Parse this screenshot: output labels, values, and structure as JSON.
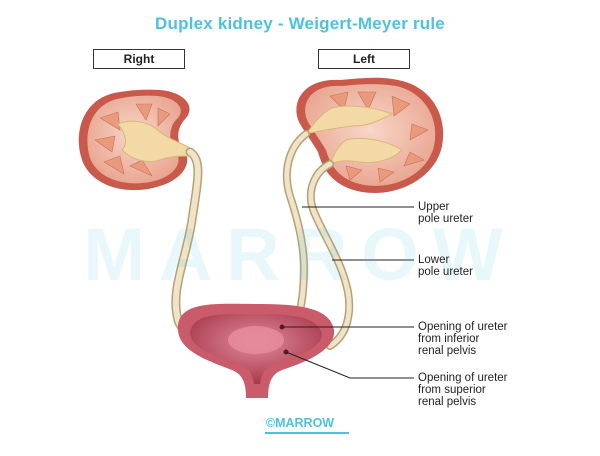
{
  "title": "Duplex kidney - Weigert-Meyer rule",
  "side_labels": {
    "right": "Right",
    "left": "Left"
  },
  "callouts": {
    "upper_pole": "Upper\npole ureter",
    "lower_pole": "Lower\npole ureter",
    "inferior_opening": "Opening of ureter\nfrom inferior\nrenal pelvis",
    "superior_opening": "Opening of ureter\nfrom superior\nrenal pelvis"
  },
  "watermark": "MARROW",
  "footer": "©MARROW",
  "colors": {
    "accent": "#4cc3de",
    "cortex": "#f3c4b3",
    "capsule": "#c9594a",
    "pyramid": "#e99a7c",
    "pelvis": "#f2d9a6",
    "ureter": "#e9ddc1",
    "bladder": "#c95b6a"
  }
}
